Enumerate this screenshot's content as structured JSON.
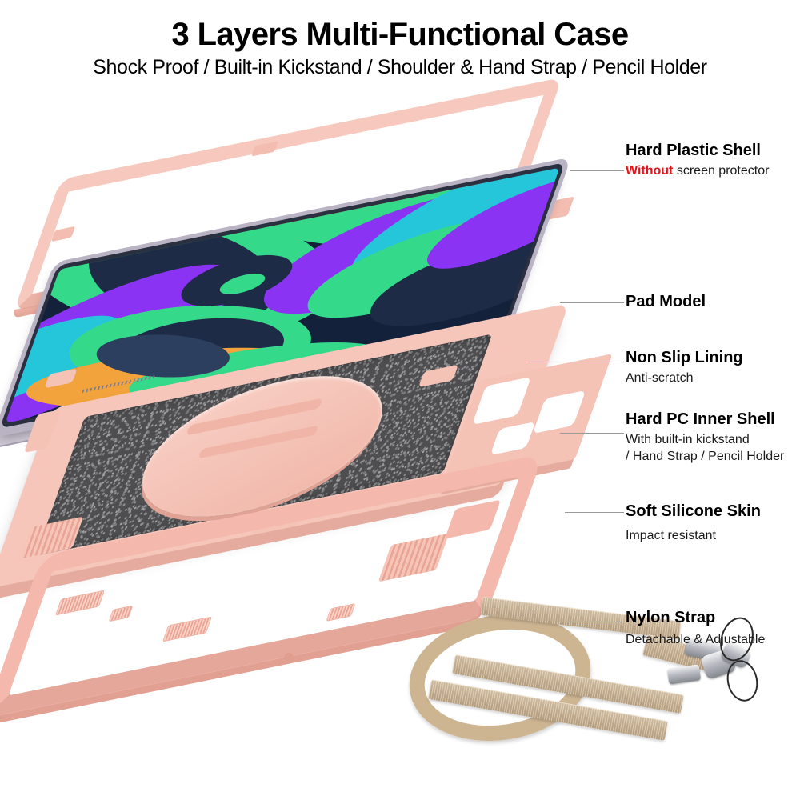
{
  "header": {
    "title": "3 Layers Multi-Functional Case",
    "subtitle": "Shock Proof / Built-in Kickstand / Shoulder & Hand Strap / Pencil Holder"
  },
  "callouts": [
    {
      "id": "hard-plastic-shell",
      "heading": "Hard Plastic Shell",
      "sub_prefix": "Without",
      "sub_rest": " screen protector",
      "highlight_color": "#e8131a"
    },
    {
      "id": "pad-model",
      "heading": "Pad Model",
      "sub": ""
    },
    {
      "id": "non-slip-lining",
      "heading": "Non Slip Lining",
      "sub": "Anti-scratch"
    },
    {
      "id": "hard-pc-inner-shell",
      "heading": "Hard PC Inner Shell",
      "sub": "With built-in kickstand",
      "sub2": "/ Hand Strap / Pencil Holder"
    },
    {
      "id": "soft-silicone-skin",
      "heading": "Soft Silicone Skin",
      "sub": "Impact resistant"
    },
    {
      "id": "nylon-strap",
      "heading": "Nylon Strap",
      "sub": "Detachable & Adjustable"
    }
  ],
  "layers": [
    {
      "name": "Hard Plastic Shell",
      "color": "#f7c8bd"
    },
    {
      "name": "Pad Model",
      "color": "#b9b3c4"
    },
    {
      "name": "Hard PC Inner Shell",
      "color": "#f6c6bb"
    },
    {
      "name": "Non Slip Lining",
      "color": "#4e4e50"
    },
    {
      "name": "Soft Silicone Skin",
      "color": "#f4b9ac"
    },
    {
      "name": "Nylon Strap",
      "color": "#cdb592"
    }
  ],
  "colors": {
    "background": "#ffffff",
    "text": "#000000",
    "leader_line": "#9a9a9a",
    "pink_shell": "#f7c8bd",
    "pink_silicone": "#f4b9ac",
    "lining_gray": "#4e4e50",
    "strap_beige": "#cdb592",
    "tablet_metal": "#b9b3c4",
    "accent_red": "#e8131a"
  }
}
